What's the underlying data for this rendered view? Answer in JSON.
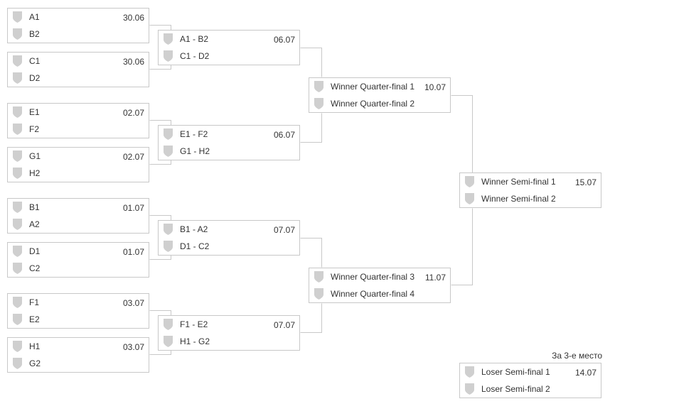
{
  "colors": {
    "line": "#c8c8c8",
    "border": "#c8c8c8",
    "shield": "#cfcfcf",
    "text": "#333333"
  },
  "icons": {
    "team_logo": "shield-icon"
  },
  "round_of_16": [
    {
      "team1": "A1",
      "team2": "B2",
      "date": "30.06"
    },
    {
      "team1": "C1",
      "team2": "D2",
      "date": "30.06"
    },
    {
      "team1": "E1",
      "team2": "F2",
      "date": "02.07"
    },
    {
      "team1": "G1",
      "team2": "H2",
      "date": "02.07"
    },
    {
      "team1": "B1",
      "team2": "A2",
      "date": "01.07"
    },
    {
      "team1": "D1",
      "team2": "C2",
      "date": "01.07"
    },
    {
      "team1": "F1",
      "team2": "E2",
      "date": "03.07"
    },
    {
      "team1": "H1",
      "team2": "G2",
      "date": "03.07"
    }
  ],
  "quarter_finals": [
    {
      "team1": "A1 - B2",
      "team2": "C1 - D2",
      "date": "06.07"
    },
    {
      "team1": "E1 - F2",
      "team2": "G1 - H2",
      "date": "06.07"
    },
    {
      "team1": "B1 - A2",
      "team2": "D1 - C2",
      "date": "07.07"
    },
    {
      "team1": "F1 - E2",
      "team2": "H1 - G2",
      "date": "07.07"
    }
  ],
  "semi_finals": [
    {
      "team1": "Winner Quarter-final 1",
      "team2": "Winner Quarter-final 2",
      "date": "10.07"
    },
    {
      "team1": "Winner Quarter-final 3",
      "team2": "Winner Quarter-final 4",
      "date": "11.07"
    }
  ],
  "final": {
    "team1": "Winner Semi-final 1",
    "team2": "Winner Semi-final 2",
    "date": "15.07"
  },
  "third_place": {
    "label": "За 3-е место",
    "team1": "Loser Semi-final 1",
    "team2": "Loser Semi-final 2",
    "date": "14.07"
  }
}
